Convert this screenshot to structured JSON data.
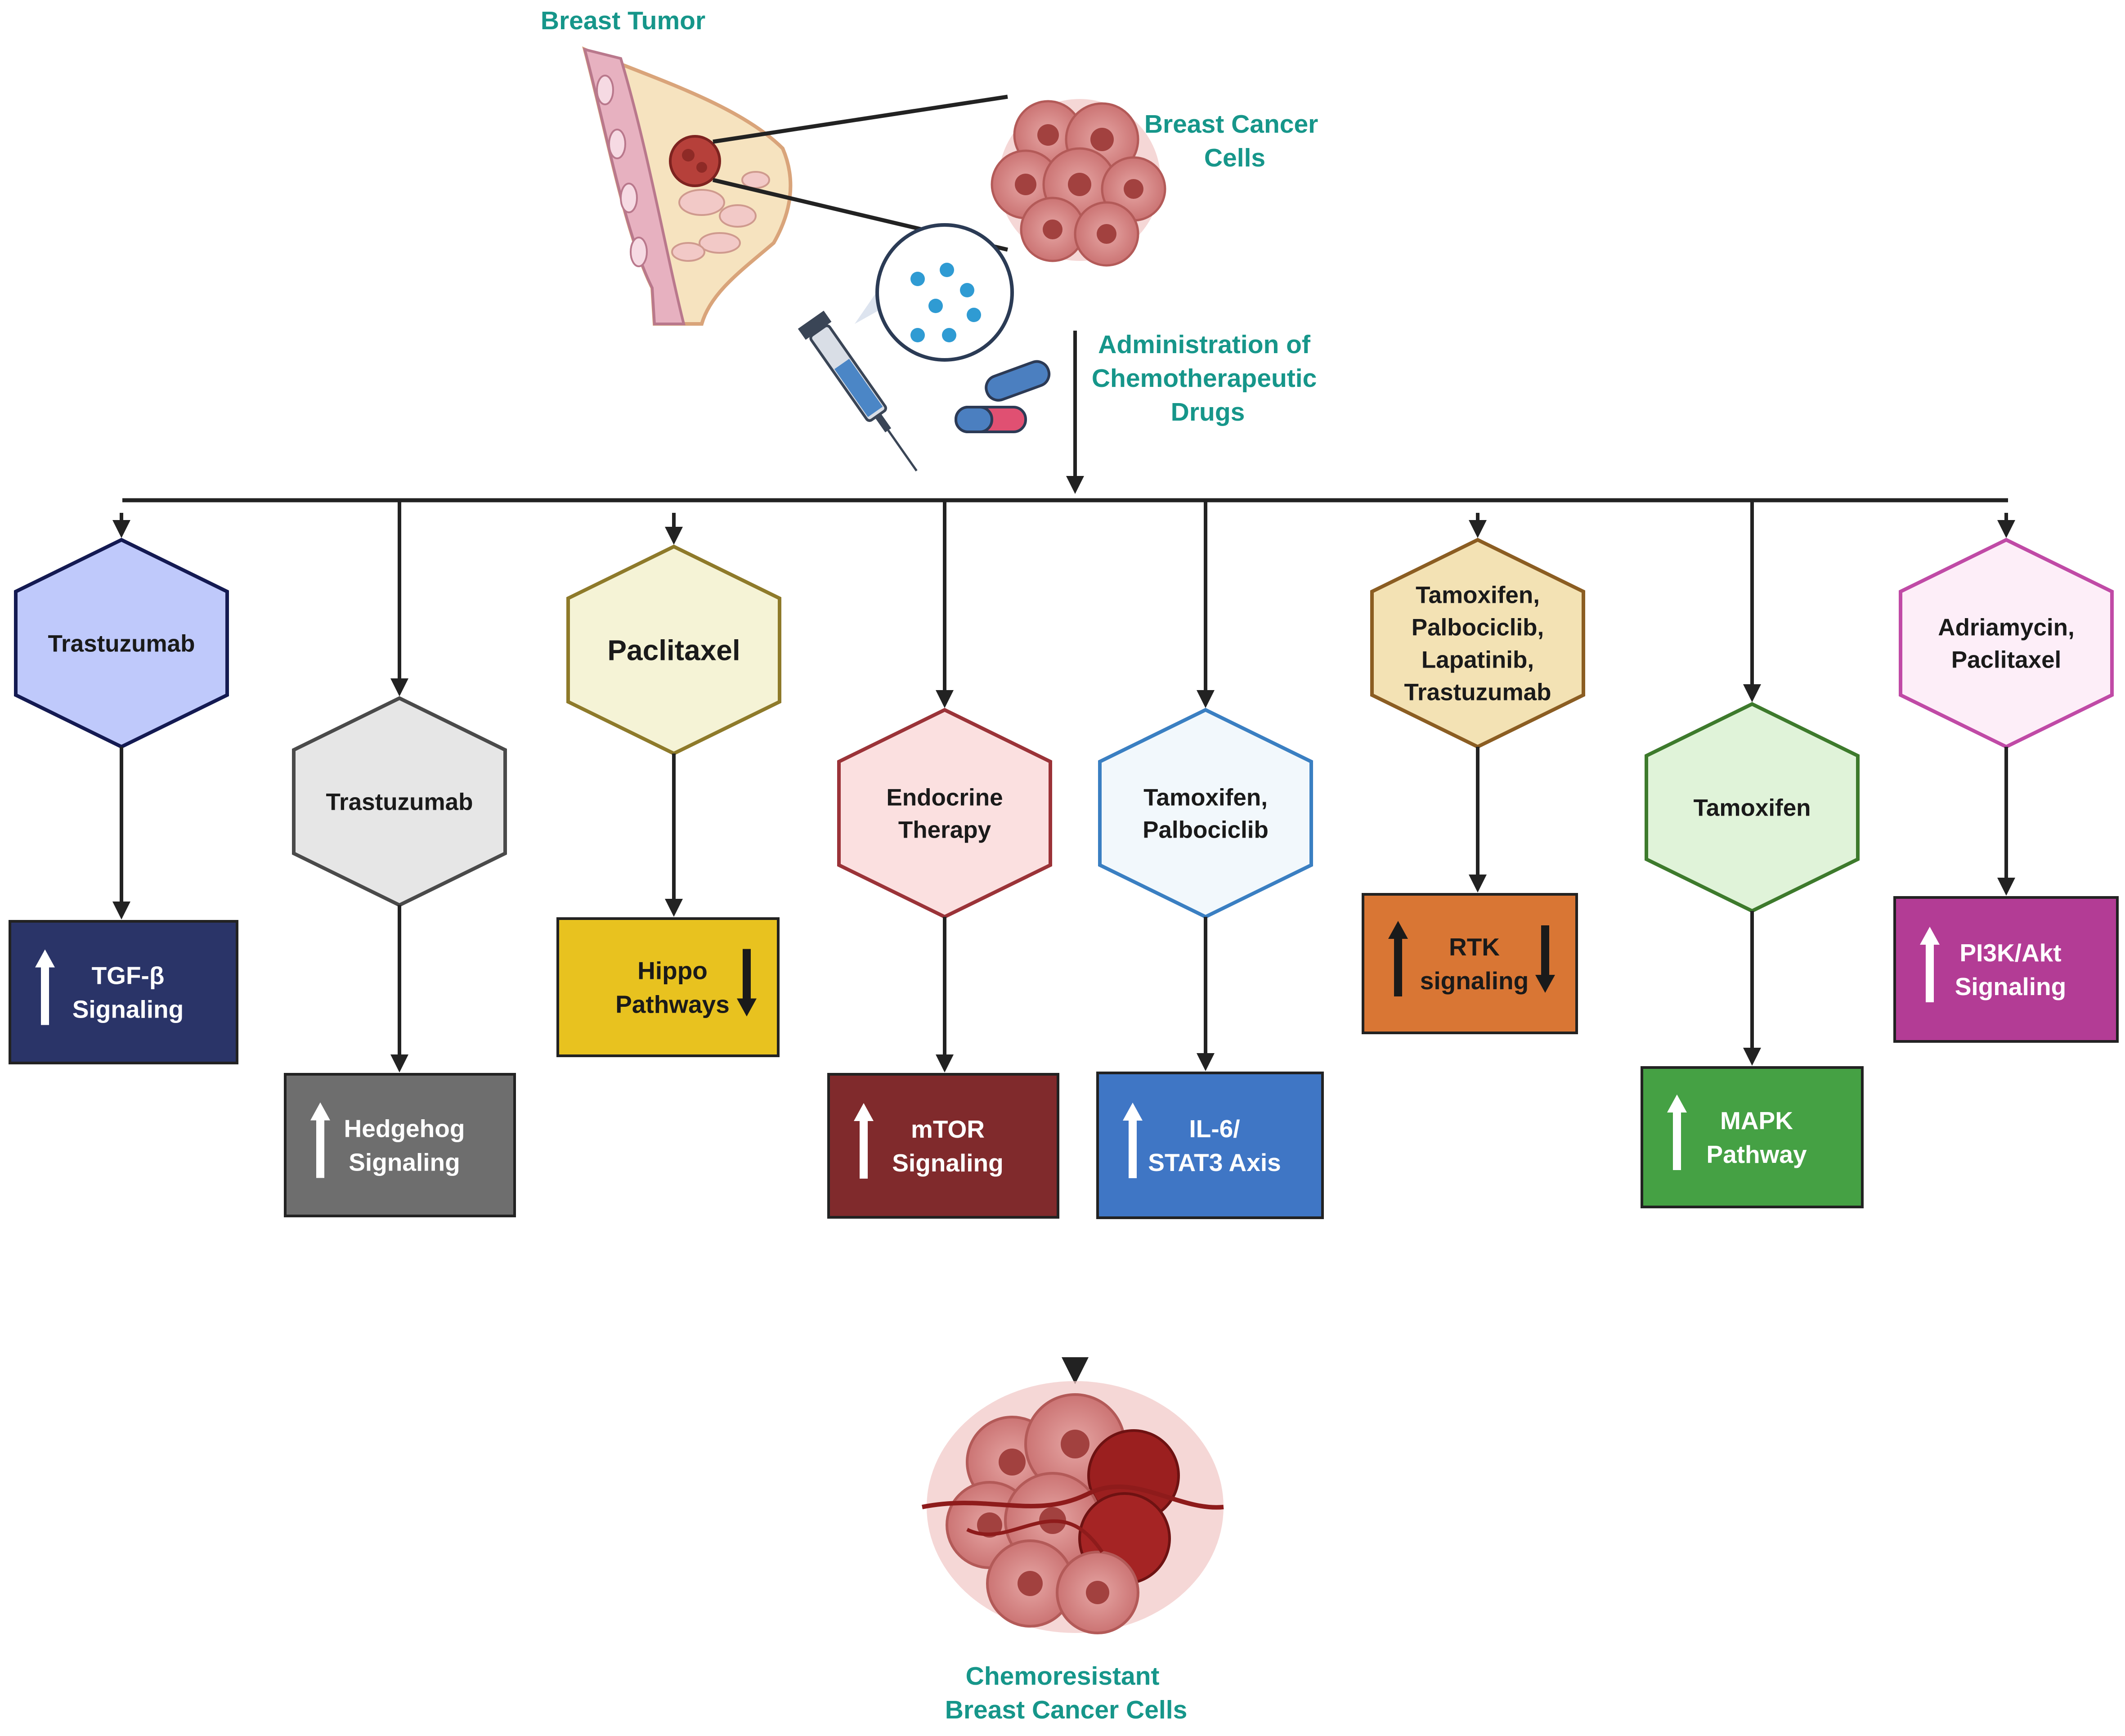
{
  "top": {
    "tumor_label": "Breast Tumor",
    "cells_label": [
      "Breast Cancer",
      "Cells"
    ],
    "admin_label": [
      "Administration of",
      "Chemotherapeutic",
      "Drugs"
    ]
  },
  "bottom": {
    "label": [
      "Chemoresistant",
      "Breast Cancer Cells"
    ]
  },
  "columns": [
    {
      "drug_lines": [
        "Trastuzumab"
      ],
      "hex_fill": "#bfc9fb",
      "hex_stroke": "#141a52",
      "pathway_lines": [
        "TGF-β",
        "Signaling"
      ],
      "box_fill": "#2a3468",
      "text_color": "#ffffff",
      "up_arrow": true,
      "down_arrow": false,
      "arrow_color": "#ffffff"
    },
    {
      "drug_lines": [
        "Trastuzumab"
      ],
      "hex_fill": "#e6e6e6",
      "hex_stroke": "#4a4a4a",
      "pathway_lines": [
        "Hedgehog",
        "Signaling"
      ],
      "box_fill": "#6e6e6e",
      "text_color": "#ffffff",
      "up_arrow": true,
      "down_arrow": false,
      "arrow_color": "#ffffff"
    },
    {
      "drug_lines": [
        "Paclitaxel"
      ],
      "hex_fill": "#f5f3d6",
      "hex_stroke": "#8e7a2a",
      "pathway_lines": [
        "Hippo",
        "Pathways"
      ],
      "box_fill": "#e8c21f",
      "text_color": "#1a1a1a",
      "up_arrow": false,
      "down_arrow": true,
      "arrow_color": "#1a1a1a"
    },
    {
      "drug_lines": [
        "Endocrine",
        "Therapy"
      ],
      "hex_fill": "#fbe0e0",
      "hex_stroke": "#9b3338",
      "pathway_lines": [
        "mTOR",
        "Signaling"
      ],
      "box_fill": "#802a2c",
      "text_color": "#ffffff",
      "up_arrow": true,
      "down_arrow": false,
      "arrow_color": "#ffffff"
    },
    {
      "drug_lines": [
        "Tamoxifen,",
        "Palbociclib"
      ],
      "hex_fill": "#f2f8fc",
      "hex_stroke": "#3a7fc2",
      "pathway_lines": [
        "IL-6/",
        "STAT3 Axis"
      ],
      "box_fill": "#3f76c5",
      "text_color": "#ffffff",
      "up_arrow": true,
      "down_arrow": false,
      "arrow_color": "#ffffff"
    },
    {
      "drug_lines": [
        "Tamoxifen,",
        "Palbociclib,",
        "Lapatinib,",
        "Trastuzumab"
      ],
      "hex_fill": "#f3e2b4",
      "hex_stroke": "#8b5d22",
      "pathway_lines": [
        "RTK",
        "signaling"
      ],
      "box_fill": "#d97634",
      "text_color": "#1a1a1a",
      "up_arrow": true,
      "down_arrow": true,
      "arrow_color": "#1a1a1a"
    },
    {
      "drug_lines": [
        "Tamoxifen"
      ],
      "hex_fill": "#e0f3d9",
      "hex_stroke": "#3d7a2c",
      "pathway_lines": [
        "MAPK",
        "Pathway"
      ],
      "box_fill": "#45a144",
      "text_color": "#ffffff",
      "up_arrow": true,
      "down_arrow": false,
      "arrow_color": "#ffffff"
    },
    {
      "drug_lines": [
        "Adriamycin,",
        "Paclitaxel"
      ],
      "hex_fill": "#fdeef8",
      "hex_stroke": "#c04aa6",
      "pathway_lines": [
        "PI3K/Akt",
        "Signaling"
      ],
      "box_fill": "#b33c95",
      "text_color": "#ffffff",
      "up_arrow": true,
      "down_arrow": false,
      "arrow_color": "#ffffff"
    }
  ]
}
